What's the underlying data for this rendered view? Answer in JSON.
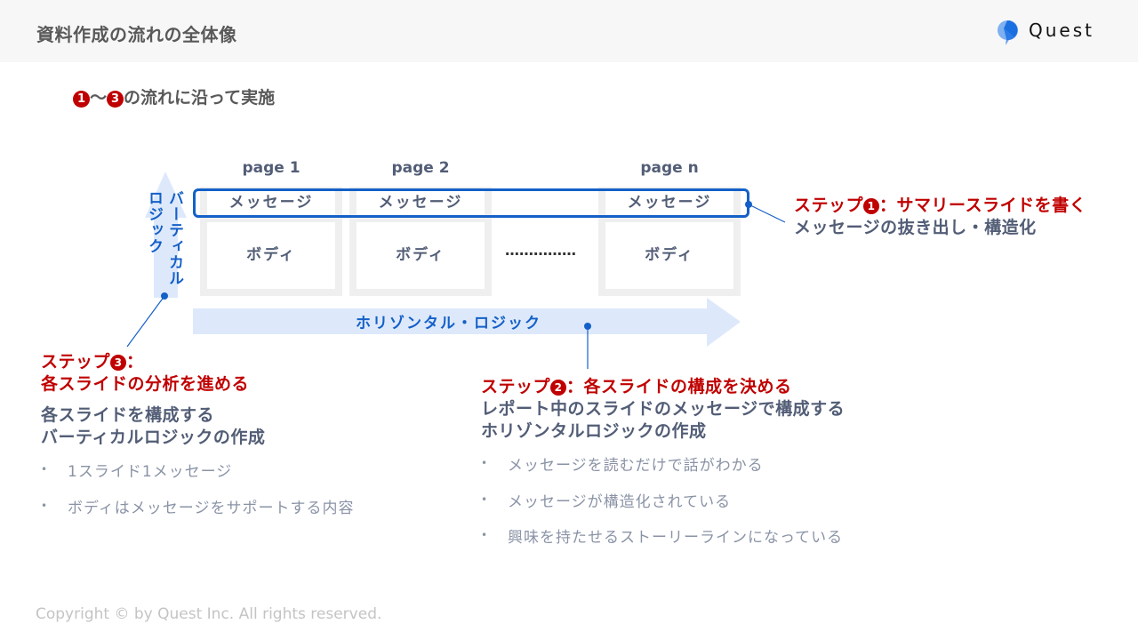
{
  "header": {
    "title": "資料作成の流れの全体像",
    "logo_text": "Quest",
    "logo_color_dark": "#1a6fe0",
    "logo_color_light": "#7fb0f0"
  },
  "subtitle": {
    "num_start": "1",
    "tilde": "〜",
    "num_end": "3",
    "text": "の流れに沿って実施"
  },
  "diagram": {
    "pages": [
      {
        "label": "page 1",
        "message": "メッセージ",
        "body": "ボディ"
      },
      {
        "label": "page 2",
        "message": "メッセージ",
        "body": "ボディ"
      },
      {
        "label": "page n",
        "message": "メッセージ",
        "body": "ボディ"
      }
    ],
    "ellipsis": "……………",
    "horizontal_logic_label": "ホリゾンタル・ロジック",
    "vertical_logic_label_1": "バーティカル",
    "vertical_logic_label_2": "ロジック",
    "accent_color": "#1460c8",
    "arrow_fill": "#dde9fb"
  },
  "steps": {
    "step1": {
      "prefix": "ステップ",
      "num": "1",
      "title": "：サマリースライドを書く",
      "desc": "メッセージの抜き出し・構造化"
    },
    "step2": {
      "prefix": "ステップ",
      "num": "2",
      "title": "：各スライドの構成を決める",
      "desc_line1": "レポート中のスライドのメッセージで構成する",
      "desc_line2": "ホリゾンタルロジックの作成",
      "bullets": [
        "メッセージを読むだけで話がわかる",
        "メッセージが構造化されている",
        "興味を持たせるストーリーラインになっている"
      ]
    },
    "step3": {
      "prefix": "ステップ",
      "num": "3",
      "title_suffix": "：",
      "title_line2": "各スライドの分析を進める",
      "desc_line1": "各スライドを構成する",
      "desc_line2": "バーティカルロジックの作成",
      "bullets": [
        "1スライド1メッセージ",
        "ボディはメッセージをサポートする内容"
      ]
    }
  },
  "footer": {
    "copyright": "Copyright © by Quest Inc. All rights reserved."
  }
}
